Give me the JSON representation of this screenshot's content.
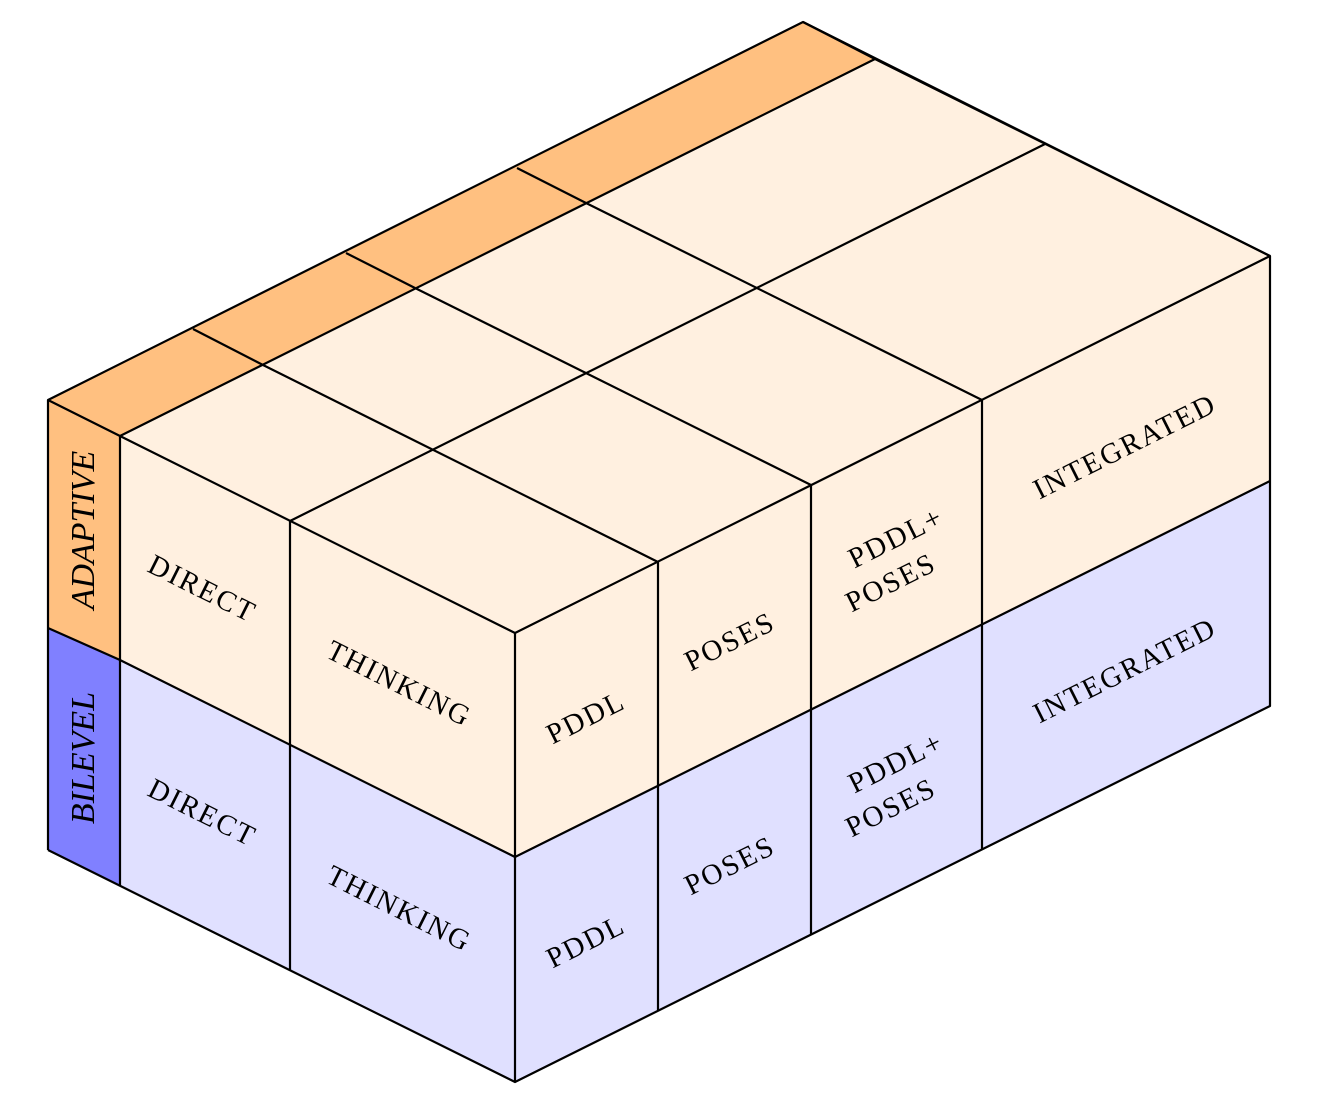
{
  "colors": {
    "adaptive_strip": "#FFC080",
    "adaptive_face": "#FFF0E0",
    "bilevel_strip": "#8080FF",
    "bilevel_face": "#E0E0FF"
  },
  "rows": {
    "adaptive": "ADAPTIVE",
    "bilevel": "BILEVEL"
  },
  "adaptive_cells": {
    "direct": "DIRECT",
    "thinking": "THINKING",
    "pddl": "PDDL",
    "poses": "POSES",
    "pddl_poses_1": "PDDL+",
    "pddl_poses_2": "POSES",
    "integrated": "INTEGRATED"
  },
  "bilevel_cells": {
    "direct": "DIRECT",
    "thinking": "THINKING",
    "pddl": "PDDL",
    "poses": "POSES",
    "pddl_poses_1": "PDDL+",
    "pddl_poses_2": "POSES",
    "integrated": "INTEGRATED"
  }
}
